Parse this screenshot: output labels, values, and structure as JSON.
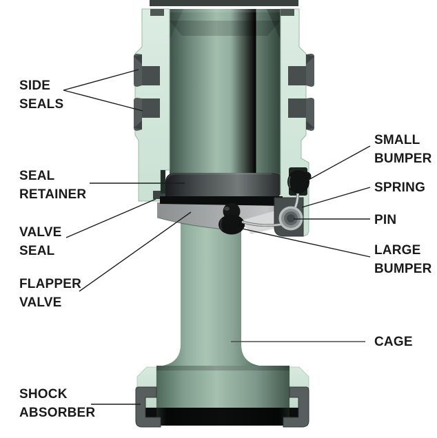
{
  "diagram": {
    "labels": {
      "side_seals": "SIDE\nSEALS",
      "seal_retainer": "SEAL\nRETAINER",
      "valve_seal": "VALVE\nSEAL",
      "flapper_valve": "FLAPPER\nVALVE",
      "small_bumper": "SMALL\nBUMPER",
      "spring": "SPRING",
      "pin": "PIN",
      "large_bumper": "LARGE\nBUMPER",
      "cage": "CAGE",
      "shock_absorber": "SHOCK\nABSORBER"
    },
    "colors": {
      "background": "#ffffff",
      "label_text": "#1a1a1a",
      "leader_line": "#1c1c1c",
      "body_mint": "#d2e6d9",
      "bore_sage": "#84a191",
      "retainer_gray": "#4a4f50",
      "flapper_gray": "#a7abac",
      "seal_gray": "#555a5b",
      "shock_gray": "#585d5e",
      "rubber_black": "#0c0d0d",
      "pin_gray": "#888e8f",
      "spring_silver": "#ced3d1"
    }
  }
}
